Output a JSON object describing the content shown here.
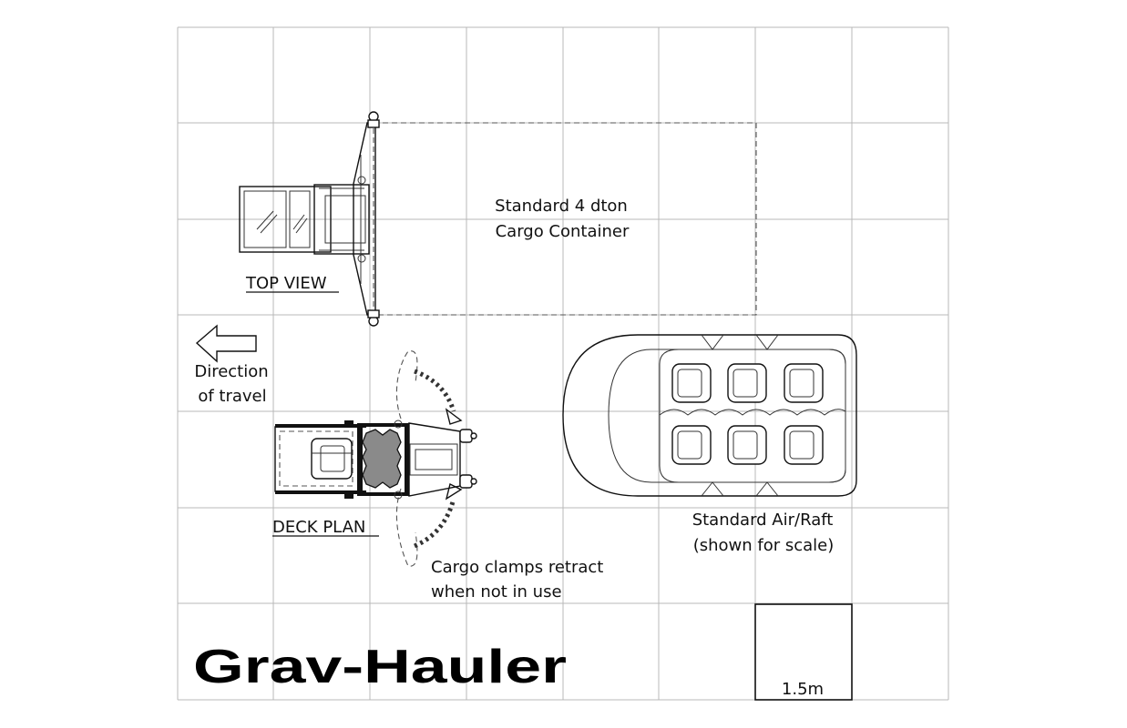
{
  "title": "Grav-Hauler",
  "labels": {
    "top_view": "TOP VIEW",
    "deck_plan": "DECK PLAN",
    "container_line1": "Standard 4 dton",
    "container_line2": "Cargo Container",
    "direction_line1": "Direction",
    "direction_line2": "of travel",
    "clamps_line1": "Cargo clamps retract",
    "clamps_line2": "when not in use",
    "airraft_line1": "Standard Air/Raft",
    "airraft_line2": "(shown for scale)",
    "scale": "1.5m"
  },
  "colors": {
    "ink": "#111111",
    "grid": "#b9b9b9",
    "cargo_fill": "#8a8a8a"
  }
}
